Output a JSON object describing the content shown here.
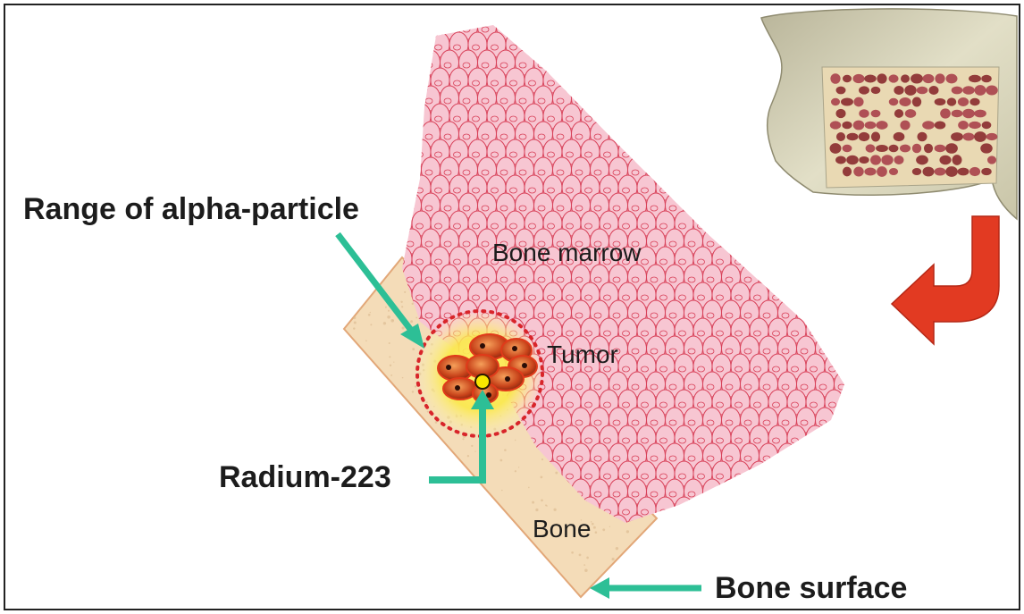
{
  "diagram": {
    "labels": {
      "alpha_range": "Range of alpha-particle",
      "bone_marrow": "Bone marrow",
      "tumor": "Tumor",
      "radium": "Radium-223",
      "bone": "Bone",
      "bone_surface": "Bone surface"
    },
    "colors": {
      "marrow_cell_fill": "#f7c6d2",
      "marrow_cell_stroke": "#d8425a",
      "bone_fill": "#f4dcb8",
      "bone_stroke": "#e2a778",
      "arrow_teal": "#2dbf96",
      "range_circle": "#d8252a",
      "tumor_cell": "#d94818",
      "radium_core": "#f8e600",
      "curved_arrow": "#e23a22",
      "bone_section": "#d9d6b8"
    },
    "icons": [
      "curved-arrow-icon",
      "bone-cross-section-icon"
    ]
  }
}
